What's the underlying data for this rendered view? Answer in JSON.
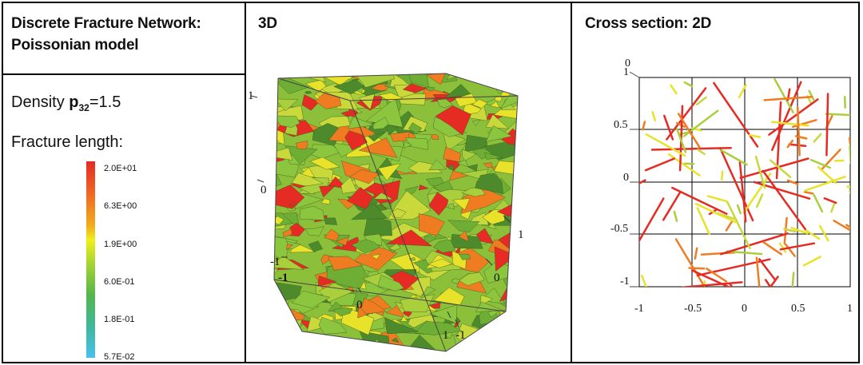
{
  "left_panel": {
    "title_line1": "Discrete Fracture Network:",
    "title_line2": "Poissonian model",
    "density_prefix": "Density ",
    "density_p": "p",
    "density_sub": "32",
    "density_value": "=1.5",
    "length_label": "Fracture length:",
    "colorbar_ticks": [
      "2.0E+01",
      "6.3E+00",
      "1.9E+00",
      "6.0E-01",
      "1.8E-01",
      "5.7E-02"
    ]
  },
  "middle_panel": {
    "title": "3D",
    "axis_labels": {
      "top_left_1": "1",
      "left_0": "0",
      "left_minus1": "-1",
      "left_minus1b": "-1",
      "bottom_0": "0",
      "bottom_1": "1",
      "bottom_right_minus1": "-1",
      "right_0": "0",
      "right_1": "1"
    }
  },
  "right_panel": {
    "title": "Cross section: 2D",
    "y_ticks": [
      "1",
      "0.5",
      "0",
      "-0.5",
      "-1"
    ],
    "x_ticks": [
      "-1",
      "-0.5",
      "0",
      "0.5",
      "1"
    ],
    "corner_zero": "0"
  },
  "colors": {
    "red": "#e52b23",
    "orange": "#f07c22",
    "yellow": "#e9e22a",
    "green": "#8cc63f",
    "dark_green": "#4c8a2c",
    "cyan": "#46c2ee"
  }
}
